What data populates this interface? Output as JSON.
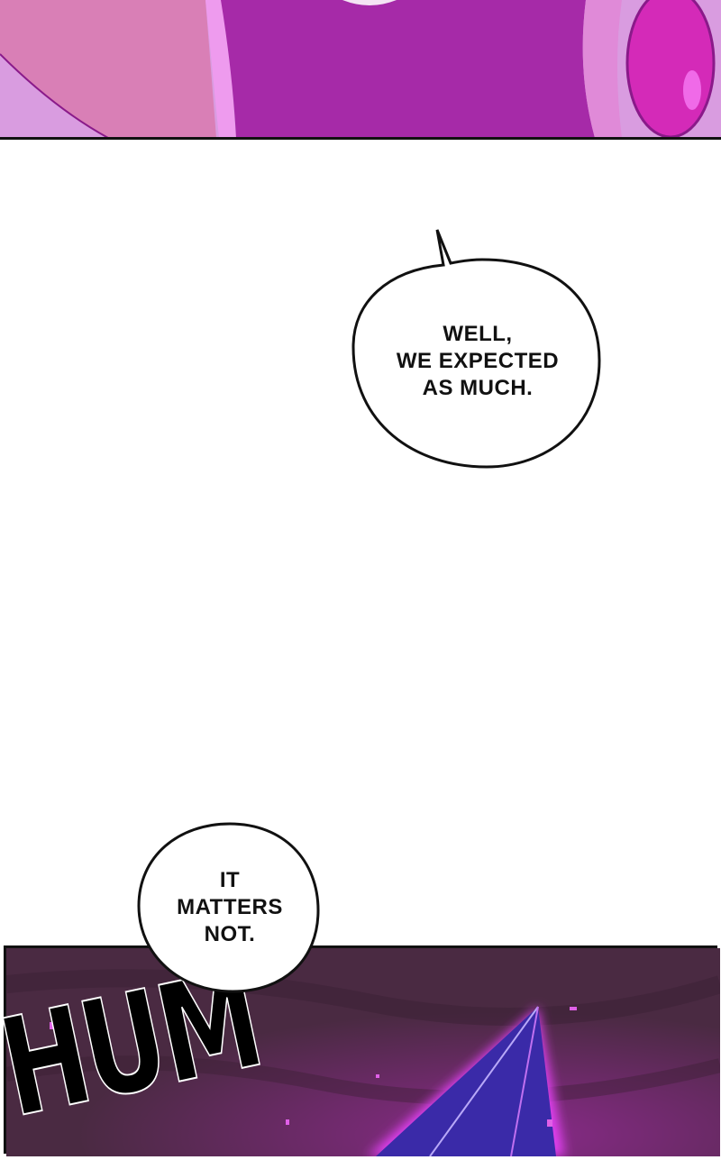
{
  "panels": [
    {
      "id": "top",
      "description_colors": {
        "skin": "#d97fb6",
        "robe": "#a62aa8",
        "bg": "#d99ce0",
        "gem": "#d42ab8"
      }
    },
    {
      "id": "bottom",
      "description_colors": {
        "bg": "#4a2a42",
        "crystal": "#3a2aa8",
        "glow": "#e040f0"
      }
    }
  ],
  "bubbles": [
    {
      "lines": [
        "WELL,",
        "WE EXPECTED",
        "AS MUCH."
      ]
    },
    {
      "lines": [
        "IT",
        "MATTERS",
        "NOT."
      ]
    }
  ],
  "sound_effect": "HUM"
}
